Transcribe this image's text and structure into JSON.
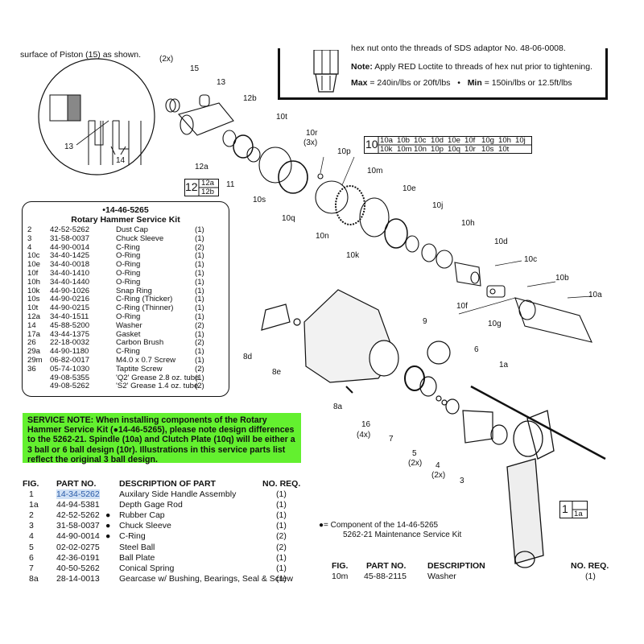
{
  "top_note": {
    "cut_line": "hex nut onto the threads of SDS adaptor No. 48-06-0008.",
    "note_label": "Note:",
    "note_text": "Apply RED Loctite to threads of hex nut prior to tightening.",
    "max_label": "Max",
    "max_value": "= 240in/lbs or 20ft/lbs",
    "bullet": "•",
    "min_label": "Min",
    "min_value": "= 150in/lbs or 12.5ft/lbs"
  },
  "top_left_text": "surface of Piston (15) as shown.",
  "diagram_labels": {
    "l_2x_top": "(2x)",
    "l_15": "15",
    "l_13a": "13",
    "l_13b": "13",
    "l_14": "14",
    "l_12b": "12b",
    "l_12a": "12a",
    "l_11": "11",
    "l_10t": "10t",
    "l_10r": "10r",
    "l_3x": "(3x)",
    "l_10p": "10p",
    "l_10m": "10m",
    "l_10s": "10s",
    "l_10q": "10q",
    "l_10e": "10e",
    "l_10j": "10j",
    "l_10n": "10n",
    "l_10h": "10h",
    "l_10d": "10d",
    "l_10k": "10k",
    "l_10c": "10c",
    "l_10b": "10b",
    "l_10a": "10a",
    "l_10f": "10f",
    "l_10g": "10g",
    "l_9": "9",
    "l_6": "6",
    "l_1a": "1a",
    "l_8d": "8d",
    "l_8e": "8e",
    "l_8a": "8a",
    "l_16": "16",
    "l_4x": "(4x)",
    "l_7": "7",
    "l_5": "5",
    "l_2x_b": "(2x)",
    "l_4": "4",
    "l_2x_c": "(2x)",
    "l_3": "3"
  },
  "box10": {
    "main": "10",
    "row1": [
      "10a",
      "10b",
      "10c",
      "10d",
      "10e",
      "10f",
      "10g",
      "10h",
      "10j"
    ],
    "row2": [
      "10k",
      "10m",
      "10n",
      "10p",
      "10q",
      "10r",
      "10s",
      "10t"
    ]
  },
  "box12": {
    "main": "12",
    "subs": [
      "12a",
      "12b"
    ]
  },
  "box1": {
    "main": "1",
    "subs": [
      "1a"
    ]
  },
  "kit": {
    "title": "•14-46-5265",
    "subtitle": "Rotary Hammer Service Kit",
    "rows": [
      [
        "2",
        "42-52-5262",
        "Dust Cap",
        "(1)"
      ],
      [
        "3",
        "31-58-0037",
        "Chuck Sleeve",
        "(1)"
      ],
      [
        "4",
        "44-90-0014",
        "C-Ring",
        "(2)"
      ],
      [
        "10c",
        "34-40-1425",
        "O-Ring",
        "(1)"
      ],
      [
        "10e",
        "34-40-0018",
        "O-Ring",
        "(1)"
      ],
      [
        "10f",
        "34-40-1410",
        "O-Ring",
        "(1)"
      ],
      [
        "10h",
        "34-40-1440",
        "O-Ring",
        "(1)"
      ],
      [
        "10k",
        "44-90-1026",
        "Snap Ring",
        "(1)"
      ],
      [
        "10s",
        "44-90-0216",
        "C-Ring (Thicker)",
        "(1)"
      ],
      [
        "10t",
        "44-90-0215",
        "C-Ring (Thinner)",
        "(1)"
      ],
      [
        "12a",
        "34-40-1511",
        "O-Ring",
        "(1)"
      ],
      [
        "14",
        "45-88-5200",
        "Washer",
        "(2)"
      ],
      [
        "17a",
        "43-44-1375",
        "Gasket",
        "(1)"
      ],
      [
        "26",
        "22-18-0032",
        "Carbon Brush",
        "(2)"
      ],
      [
        "29a",
        "44-90-1180",
        "C-Ring",
        "(1)"
      ],
      [
        "29m",
        "06-82-0017",
        "M4.0 x 0.7 Screw",
        "(1)"
      ],
      [
        "36",
        "05-74-1030",
        "Taptite Screw",
        "(2)"
      ],
      [
        "",
        "49-08-5355",
        "'Q2' Grease 2.8 oz. tube",
        "(1)"
      ],
      [
        "",
        "49-08-5262",
        "'S2' Grease 1.4 oz. tube",
        "(2)"
      ]
    ]
  },
  "service_note": "SERVICE NOTE: When installing components of the Rotary Hammer Service Kit (●14-46-5265), please note design differences to the 5262-21. Spindle (10a) and Clutch Plate (10q) will be either a 3 ball or 6 ball design (10r). Illustrations in this service parts list reflect the original 3 ball design.",
  "parts_table": {
    "headers": {
      "fig": "FIG.",
      "part": "PART NO.",
      "desc": "DESCRIPTION OF PART",
      "req": "NO. REQ."
    },
    "rows": [
      {
        "fig": "1",
        "part": "14-34-5262",
        "dot": "",
        "desc": "Auxilary Side Handle Assembly",
        "req": "(1)",
        "highlight": true
      },
      {
        "fig": "1a",
        "part": "44-94-5381",
        "dot": "",
        "desc": "Depth Gage Rod",
        "req": "(1)"
      },
      {
        "fig": "2",
        "part": "42-52-5262",
        "dot": "●",
        "desc": "Rubber Cap",
        "req": "(1)"
      },
      {
        "fig": "3",
        "part": "31-58-0037",
        "dot": "●",
        "desc": "Chuck Sleeve",
        "req": "(1)"
      },
      {
        "fig": "4",
        "part": "44-90-0014",
        "dot": "●",
        "desc": "C-Ring",
        "req": "(2)"
      },
      {
        "fig": "5",
        "part": "02-02-0275",
        "dot": "",
        "desc": "Steel Ball",
        "req": "(2)"
      },
      {
        "fig": "6",
        "part": "42-36-0191",
        "dot": "",
        "desc": "Ball Plate",
        "req": "(1)"
      },
      {
        "fig": "7",
        "part": "40-50-5262",
        "dot": "",
        "desc": "Conical Spring",
        "req": "(1)"
      },
      {
        "fig": "8a",
        "part": "28-14-0013",
        "dot": "",
        "desc": "Gearcase w/ Bushing, Bearings, Seal & Screw",
        "req": "(1)"
      }
    ]
  },
  "legend": {
    "line1": "●= Component of the 14-46-5265",
    "line2": "5262-21 Maintenance Service Kit"
  },
  "right_table": {
    "headers": {
      "fig": "FIG.",
      "part": "PART NO.",
      "desc": "DESCRIPTION",
      "req": "NO. REQ."
    },
    "rows": [
      {
        "fig": "10m",
        "part": "45-88-2115",
        "desc": "Washer",
        "req": "(1)"
      }
    ]
  }
}
